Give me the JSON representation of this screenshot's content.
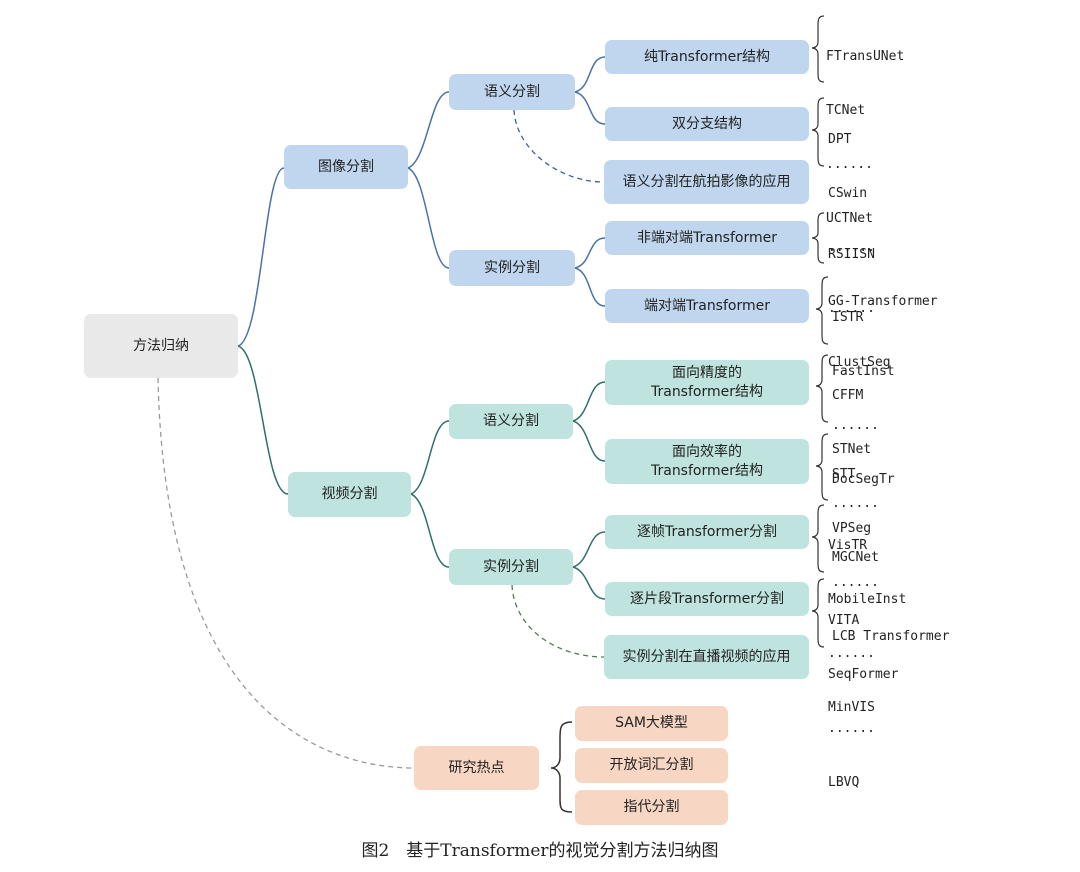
{
  "root": "方法归纳",
  "image_segmentation": {
    "label": "图像分割",
    "semantic": {
      "label": "语义分割",
      "pure": {
        "label": "纯Transformer结构",
        "refs": [
          "FTransUNet",
          "TCNet",
          "......",
          "UCTNet"
        ]
      },
      "dual": {
        "label": "双分支结构",
        "refs": [
          "DPT",
          "CSwin",
          "......",
          "GG-Transformer"
        ]
      },
      "app": {
        "label": "语义分割在航拍影像的应用"
      }
    },
    "instance": {
      "label": "实例分割",
      "non_e2e": {
        "label": "非端对端Transformer",
        "refs": [
          "RSIISN",
          "......",
          "ClustSeg"
        ]
      },
      "e2e": {
        "label": "端对端Transformer",
        "refs": [
          "ISTR",
          "FastInst",
          "......",
          "DocSegTr"
        ]
      }
    }
  },
  "video_segmentation": {
    "label": "视频分割",
    "semantic": {
      "label": "语义分割",
      "accuracy": {
        "label_line1": "面向精度的",
        "label_line2": "Transformer结构",
        "refs": [
          "CFFM",
          "STNet",
          "......",
          "MGCNet"
        ]
      },
      "efficiency": {
        "label_line1": "面向效率的",
        "label_line2": "Transformer结构",
        "refs": [
          "STT",
          "VPSeg",
          "......",
          "LCB Transformer"
        ]
      }
    },
    "instance": {
      "label": "实例分割",
      "frame": {
        "label": "逐帧Transformer分割",
        "refs": [
          "VisTR",
          "MobileInst",
          "......",
          "MinVIS"
        ]
      },
      "clip": {
        "label": "逐片段Transformer分割",
        "refs": [
          "VITA",
          "SeqFormer",
          "......",
          "LBVQ"
        ]
      },
      "app": {
        "label": "实例分割在直播视频的应用"
      }
    }
  },
  "hotspots": {
    "label": "研究热点",
    "items": [
      "SAM大模型",
      "开放词汇分割",
      "指代分割"
    ]
  },
  "caption": "图2　基于Transformer的视觉分割方法归纳图",
  "colors": {
    "blue_line": "#4a72a8",
    "teal_line": "#2f6f6a",
    "gray_dash": "#999999",
    "image_dash": "#3e5f90",
    "video_dash": "#4f7a55"
  }
}
